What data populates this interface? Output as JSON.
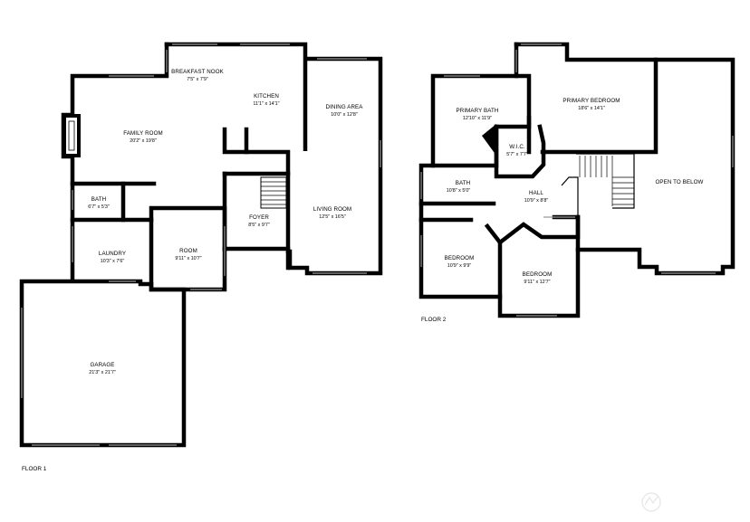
{
  "floors": [
    {
      "label": "FLOOR 1",
      "rooms": [
        {
          "id": "breakfast-nook",
          "name": "BREAKFAST NOOK",
          "dims": "7'5\" x 7'9\""
        },
        {
          "id": "kitchen",
          "name": "KITCHEN",
          "dims": "11'1\" x 14'1\""
        },
        {
          "id": "dining-area",
          "name": "DINING AREA",
          "dims": "10'0\" x 12'8\""
        },
        {
          "id": "family-room",
          "name": "FAMILY ROOM",
          "dims": "20'2\" x 19'8\""
        },
        {
          "id": "bath-1",
          "name": "BATH",
          "dims": "6'7\" x 5'3\""
        },
        {
          "id": "foyer",
          "name": "FOYER",
          "dims": "8'5\" x 9'7\""
        },
        {
          "id": "living-room",
          "name": "LIVING ROOM",
          "dims": "12'5\" x 16'5\""
        },
        {
          "id": "laundry",
          "name": "LAUNDRY",
          "dims": "10'3\" x 7'6\""
        },
        {
          "id": "room",
          "name": "ROOM",
          "dims": "9'11\" x 10'7\""
        },
        {
          "id": "garage",
          "name": "GARAGE",
          "dims": "21'3\" x 21'7\""
        }
      ]
    },
    {
      "label": "FLOOR 2",
      "rooms": [
        {
          "id": "primary-bath",
          "name": "PRIMARY BATH",
          "dims": "12'10\" x 11'9\""
        },
        {
          "id": "primary-bedroom",
          "name": "PRIMARY BEDROOM",
          "dims": "18'6\" x 14'1\""
        },
        {
          "id": "wic",
          "name": "W.I.C.",
          "dims": "5'7\" x 7'7\""
        },
        {
          "id": "open-to-below",
          "name": "OPEN TO BELOW",
          "dims": ""
        },
        {
          "id": "bath-2",
          "name": "BATH",
          "dims": "10'8\" x 5'0\""
        },
        {
          "id": "hall",
          "name": "HALL",
          "dims": "10'9\" x 8'8\""
        },
        {
          "id": "bedroom-1",
          "name": "BEDROOM",
          "dims": "10'9\" x 9'9\""
        },
        {
          "id": "bedroom-2",
          "name": "BEDROOM",
          "dims": "9'11\" x 12'7\""
        }
      ]
    }
  ]
}
